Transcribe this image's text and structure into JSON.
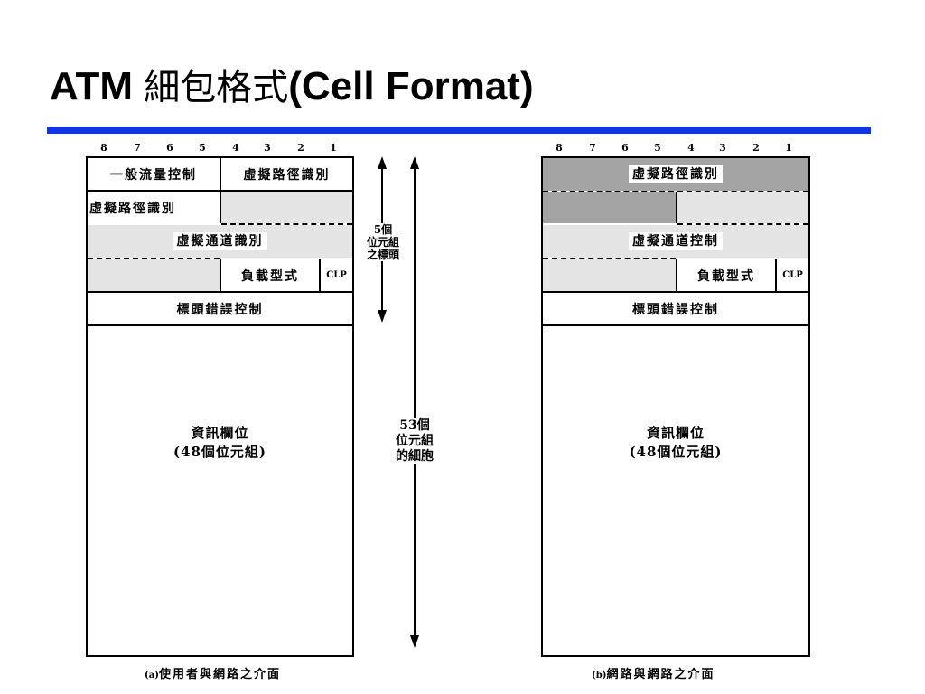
{
  "title": {
    "latin_a": "ATM ",
    "cjk": "細包格式",
    "latin_b": "(Cell Format)"
  },
  "bits": [
    "8",
    "7",
    "6",
    "5",
    "4",
    "3",
    "2",
    "1"
  ],
  "left": {
    "gfc": "一般流量控制",
    "vpi_top": "虛擬路徑識別",
    "vpi_bottom": "虛擬路徑識別",
    "vci": "虛擬通道識別",
    "payload_type": "負載型式",
    "clp": "CLP",
    "hec": "標頭錯誤控制",
    "info_line1": "資訊欄位",
    "info_line2": "(48個位元組)",
    "caption_prefix": "(a)",
    "caption": "使用者與網路之介面"
  },
  "right": {
    "vpi": "虛擬路徑識別",
    "vci": "虛擬通道控制",
    "payload_type": "負載型式",
    "clp": "CLP",
    "hec": "標頭錯誤控制",
    "info_line1": "資訊欄位",
    "info_line2": "(48個位元組)",
    "caption_prefix": "(b)",
    "caption": "網路與網路之介面"
  },
  "header_size": {
    "line1": "5個",
    "line2": "位元組",
    "line3": "之標頭"
  },
  "cell_size": {
    "line1": "53個",
    "line2": "位元組",
    "line3": "的細胞"
  },
  "colors": {
    "rule": "#1034e6",
    "light_gray": "#e4e4e4",
    "dark_gray": "#a4a4a4"
  }
}
